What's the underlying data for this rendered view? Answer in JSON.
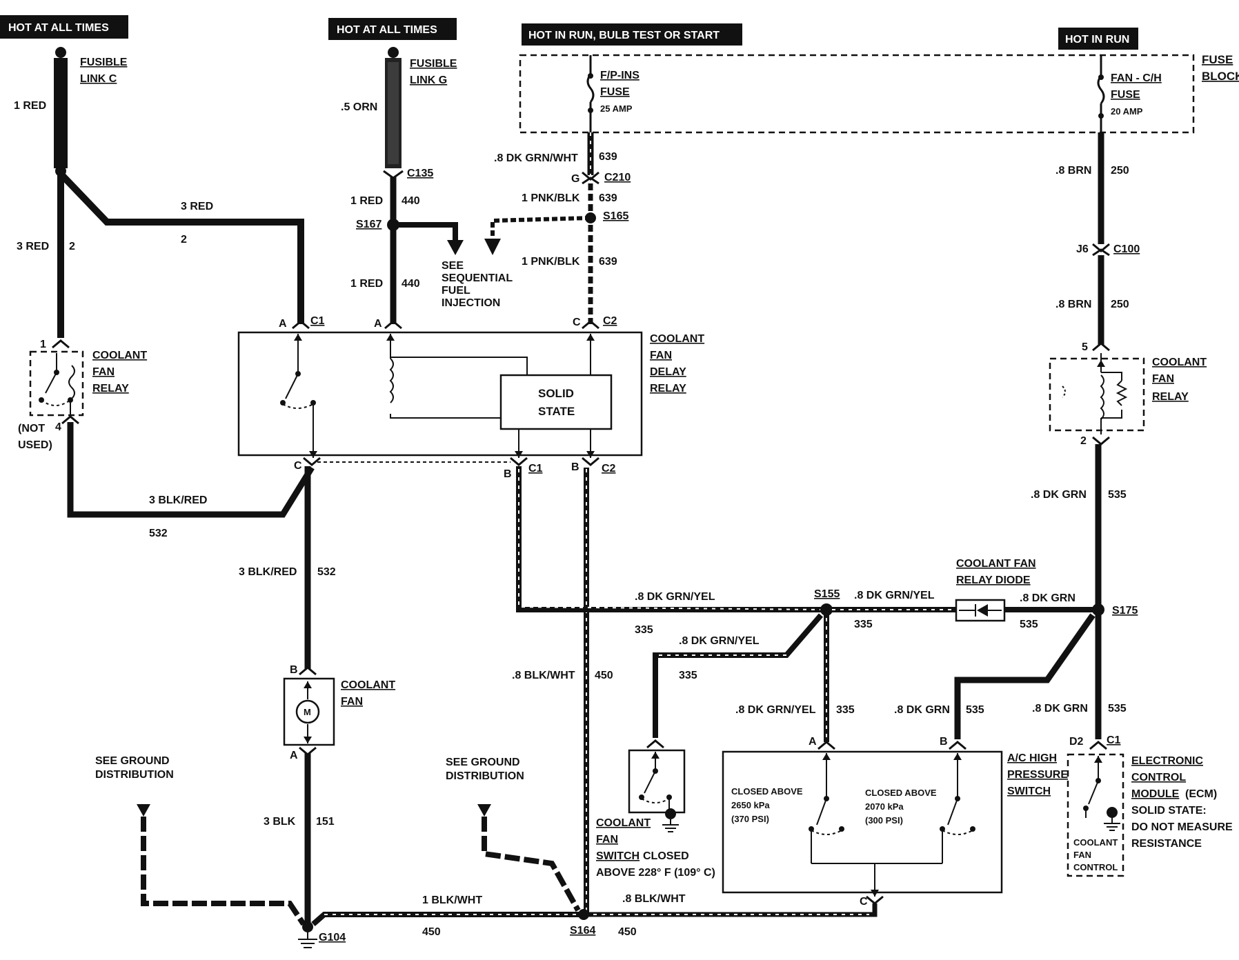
{
  "headers": {
    "hot1": "HOT AT ALL TIMES",
    "hot2": "HOT AT ALL TIMES",
    "hot3": "HOT IN RUN, BULB TEST OR START",
    "hot4": "HOT IN RUN"
  },
  "fusible_c": {
    "l1": "FUSIBLE",
    "l2": "LINK C",
    "wire": "1 RED"
  },
  "fusible_g": {
    "l1": "FUSIBLE",
    "l2": "LINK G",
    "wire": ".5 ORN"
  },
  "fuse_block": {
    "l1": "FUSE",
    "l2": "BLOCK"
  },
  "fuse_fpins": {
    "l1": "F/P-INS",
    "l2": "FUSE",
    "l3": "25 AMP"
  },
  "fuse_fanch": {
    "l1": "FAN - C/H",
    "l2": "FUSE",
    "l3": "20 AMP"
  },
  "wires": {
    "w3red_top": "3 RED",
    "w2_top": "2",
    "w3red_left": "3 RED",
    "w2_left": "2",
    "c135": "C135",
    "w1red_a": "1 RED",
    "w440_a": "440",
    "s167": "S167",
    "w1red_b": "1 RED",
    "w440_b": "440",
    "w8dkgrnwht": ".8 DK GRN/WHT",
    "w639_a": "639",
    "g": "G",
    "c210": "C210",
    "w1pnkblk_a": "1 PNK/BLK",
    "w639_b": "639",
    "s165": "S165",
    "w1pnkblk_b": "1 PNK/BLK",
    "w639_c": "639",
    "w8brn_a": ".8 BRN",
    "w250_a": "250",
    "j6": "J6",
    "c100": "C100",
    "w8brn_b": ".8 BRN",
    "w250_b": "250",
    "w3blkred_h": "3 BLK/RED",
    "w532_h": "532",
    "w3blkred_v": "3 BLK/RED",
    "w532_v": "532",
    "w3blk": "3 BLK",
    "w151": "151",
    "w8blkwht_v": ".8 BLK/WHT",
    "w450_v": "450",
    "w8dkgrnyel_a": ".8 DK GRN/YEL",
    "w335_a": "335",
    "s155": "S155",
    "w8dkgrnyel_b": ".8 DK GRN/YEL",
    "w335_b": "335",
    "w8dkgrnyel_c": ".8 DK GRN/YEL",
    "w335_c": "335",
    "w8dkgrnyel_d": ".8 DK GRN/YEL",
    "w335_d": "335",
    "w8dkgrn_a": ".8 DK GRN",
    "w535_a": "535",
    "s175": "S175",
    "w8dkgrn_b": ".8 DK GRN",
    "w535_b": "535",
    "w8dkgrn_c": ".8 DK GRN",
    "w535_c": "535",
    "w8dkgrn_d": ".8 DK GRN",
    "w535_d": "535",
    "w1blkwht": "1 BLK/WHT",
    "w450_b": "450",
    "w8blkwht_h": ".8 BLK/WHT",
    "w450_c": "450",
    "s164": "S164",
    "g104": "G104"
  },
  "sequential": {
    "l1": "SEE",
    "l2": "SEQUENTIAL",
    "l3": "FUEL",
    "l4": "INJECTION"
  },
  "relay_left": {
    "l1": "COOLANT",
    "l2": "FAN",
    "l3": "RELAY",
    "pin1": "1",
    "pin4": "4",
    "nu1": "(NOT",
    "nu2": "USED)"
  },
  "relay_right": {
    "l1": "COOLANT",
    "l2": "FAN",
    "l3": "RELAY",
    "pin5": "5",
    "pin2": "2"
  },
  "delay_relay": {
    "l1": "COOLANT",
    "l2": "FAN",
    "l3": "DELAY",
    "l4": "RELAY",
    "solid1": "SOLID",
    "solid2": "STATE",
    "pinA1": "A",
    "c1a": "C1",
    "pinA2": "A",
    "pinC": "C",
    "c2a": "C2",
    "pinCb": "C",
    "pinB": "B",
    "c1b": "C1",
    "pinBb": "B",
    "c2b": "C2"
  },
  "motor": {
    "l1": "COOLANT",
    "l2": "FAN",
    "pinB": "B",
    "pinA": "A",
    "m": "M"
  },
  "ground1": {
    "l1": "SEE GROUND",
    "l2": "DISTRIBUTION"
  },
  "ground2": {
    "l1": "SEE GROUND",
    "l2": "DISTRIBUTION"
  },
  "fan_switch": {
    "l1": "COOLANT",
    "l2": "FAN",
    "l3": "SWITCH",
    "l3b": "CLOSED",
    "l4": "ABOVE 228° F (109° C)"
  },
  "diode": {
    "l1": "COOLANT FAN",
    "l2": "RELAY DIODE"
  },
  "ac_switch": {
    "l1": "A/C HIGH",
    "l2": "PRESSURE",
    "l3": "SWITCH",
    "pinA": "A",
    "pinB": "B",
    "pinC": "C",
    "sa1": "CLOSED ABOVE",
    "sa2": "2650 kPa",
    "sa3": "(370 PSI)",
    "sb1": "CLOSED ABOVE",
    "sb2": "2070 kPa",
    "sb3": "(300 PSI)"
  },
  "ecm": {
    "l1": "ELECTRONIC",
    "l2": "CONTROL",
    "l3": "MODULE",
    "l3b": "(ECM)",
    "l4": "SOLID STATE:",
    "l5": "DO NOT MEASURE",
    "l6": "RESISTANCE",
    "d2": "D2",
    "c1": "C1",
    "in1": "COOLANT",
    "in2": "FAN",
    "in3": "CONTROL"
  }
}
